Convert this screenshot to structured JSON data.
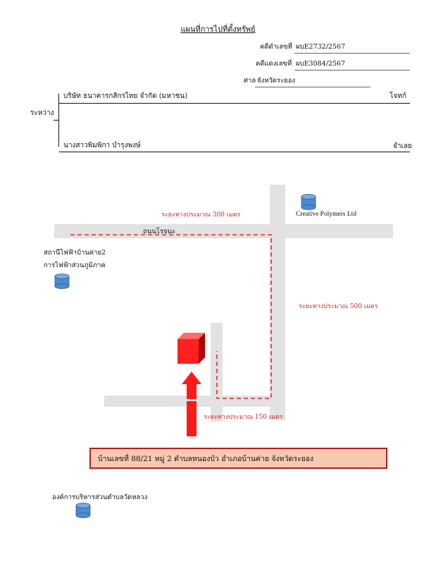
{
  "header": {
    "title": "แผนที่การไปที่ตั้งทรัพย์",
    "black_case_label": "คดีดำเลขที่",
    "black_case_no": "ผบE2732/2567",
    "red_case_label": "คดีแดงเลขที่",
    "red_case_no": "ผบE3084/2567",
    "court_label": "ศาล",
    "court_name": "จังหวัดระยอง"
  },
  "parties": {
    "between_label": "ระหว่าง",
    "plaintiff_name": "บริษัท ธนาคารกสิกรไทย จำกัด (มหาชน)",
    "plaintiff_role": "โจทก์",
    "defendant_name": "นางสาวพิมพิกา บำรุงพงษ์",
    "defendant_role": "จำเลย"
  },
  "map": {
    "road_label": "ถนนโรจนะ",
    "distance_300": "ระยะทางประมาณ 300 เมตร",
    "distance_500": "ระยะทางประมาณ 500 เมตร",
    "distance_150": "ระยะทางประมาณ 150 เมตร",
    "landmark_creative": "Creative Polymers Ltd",
    "landmark_substation_line1": "สถานีไฟฟ้าบ้านค่าย2",
    "landmark_substation_line2": "การไฟฟ้าส่วนภูมิภาค",
    "landmark_obt": "องค์การบริหารส่วนตำบลวัดหลวง",
    "address": "บ้านเลขที่ 88/21 หมู่ 2  ตำบลหนองบัว อำเภอบ้านค่าย จังหวัดระยอง",
    "colors": {
      "road": "#e2e2e2",
      "route": "#e8262c",
      "arrow": "#ff1a1a",
      "property": "#ff2020",
      "cylinder": "#4f8ad0"
    }
  }
}
